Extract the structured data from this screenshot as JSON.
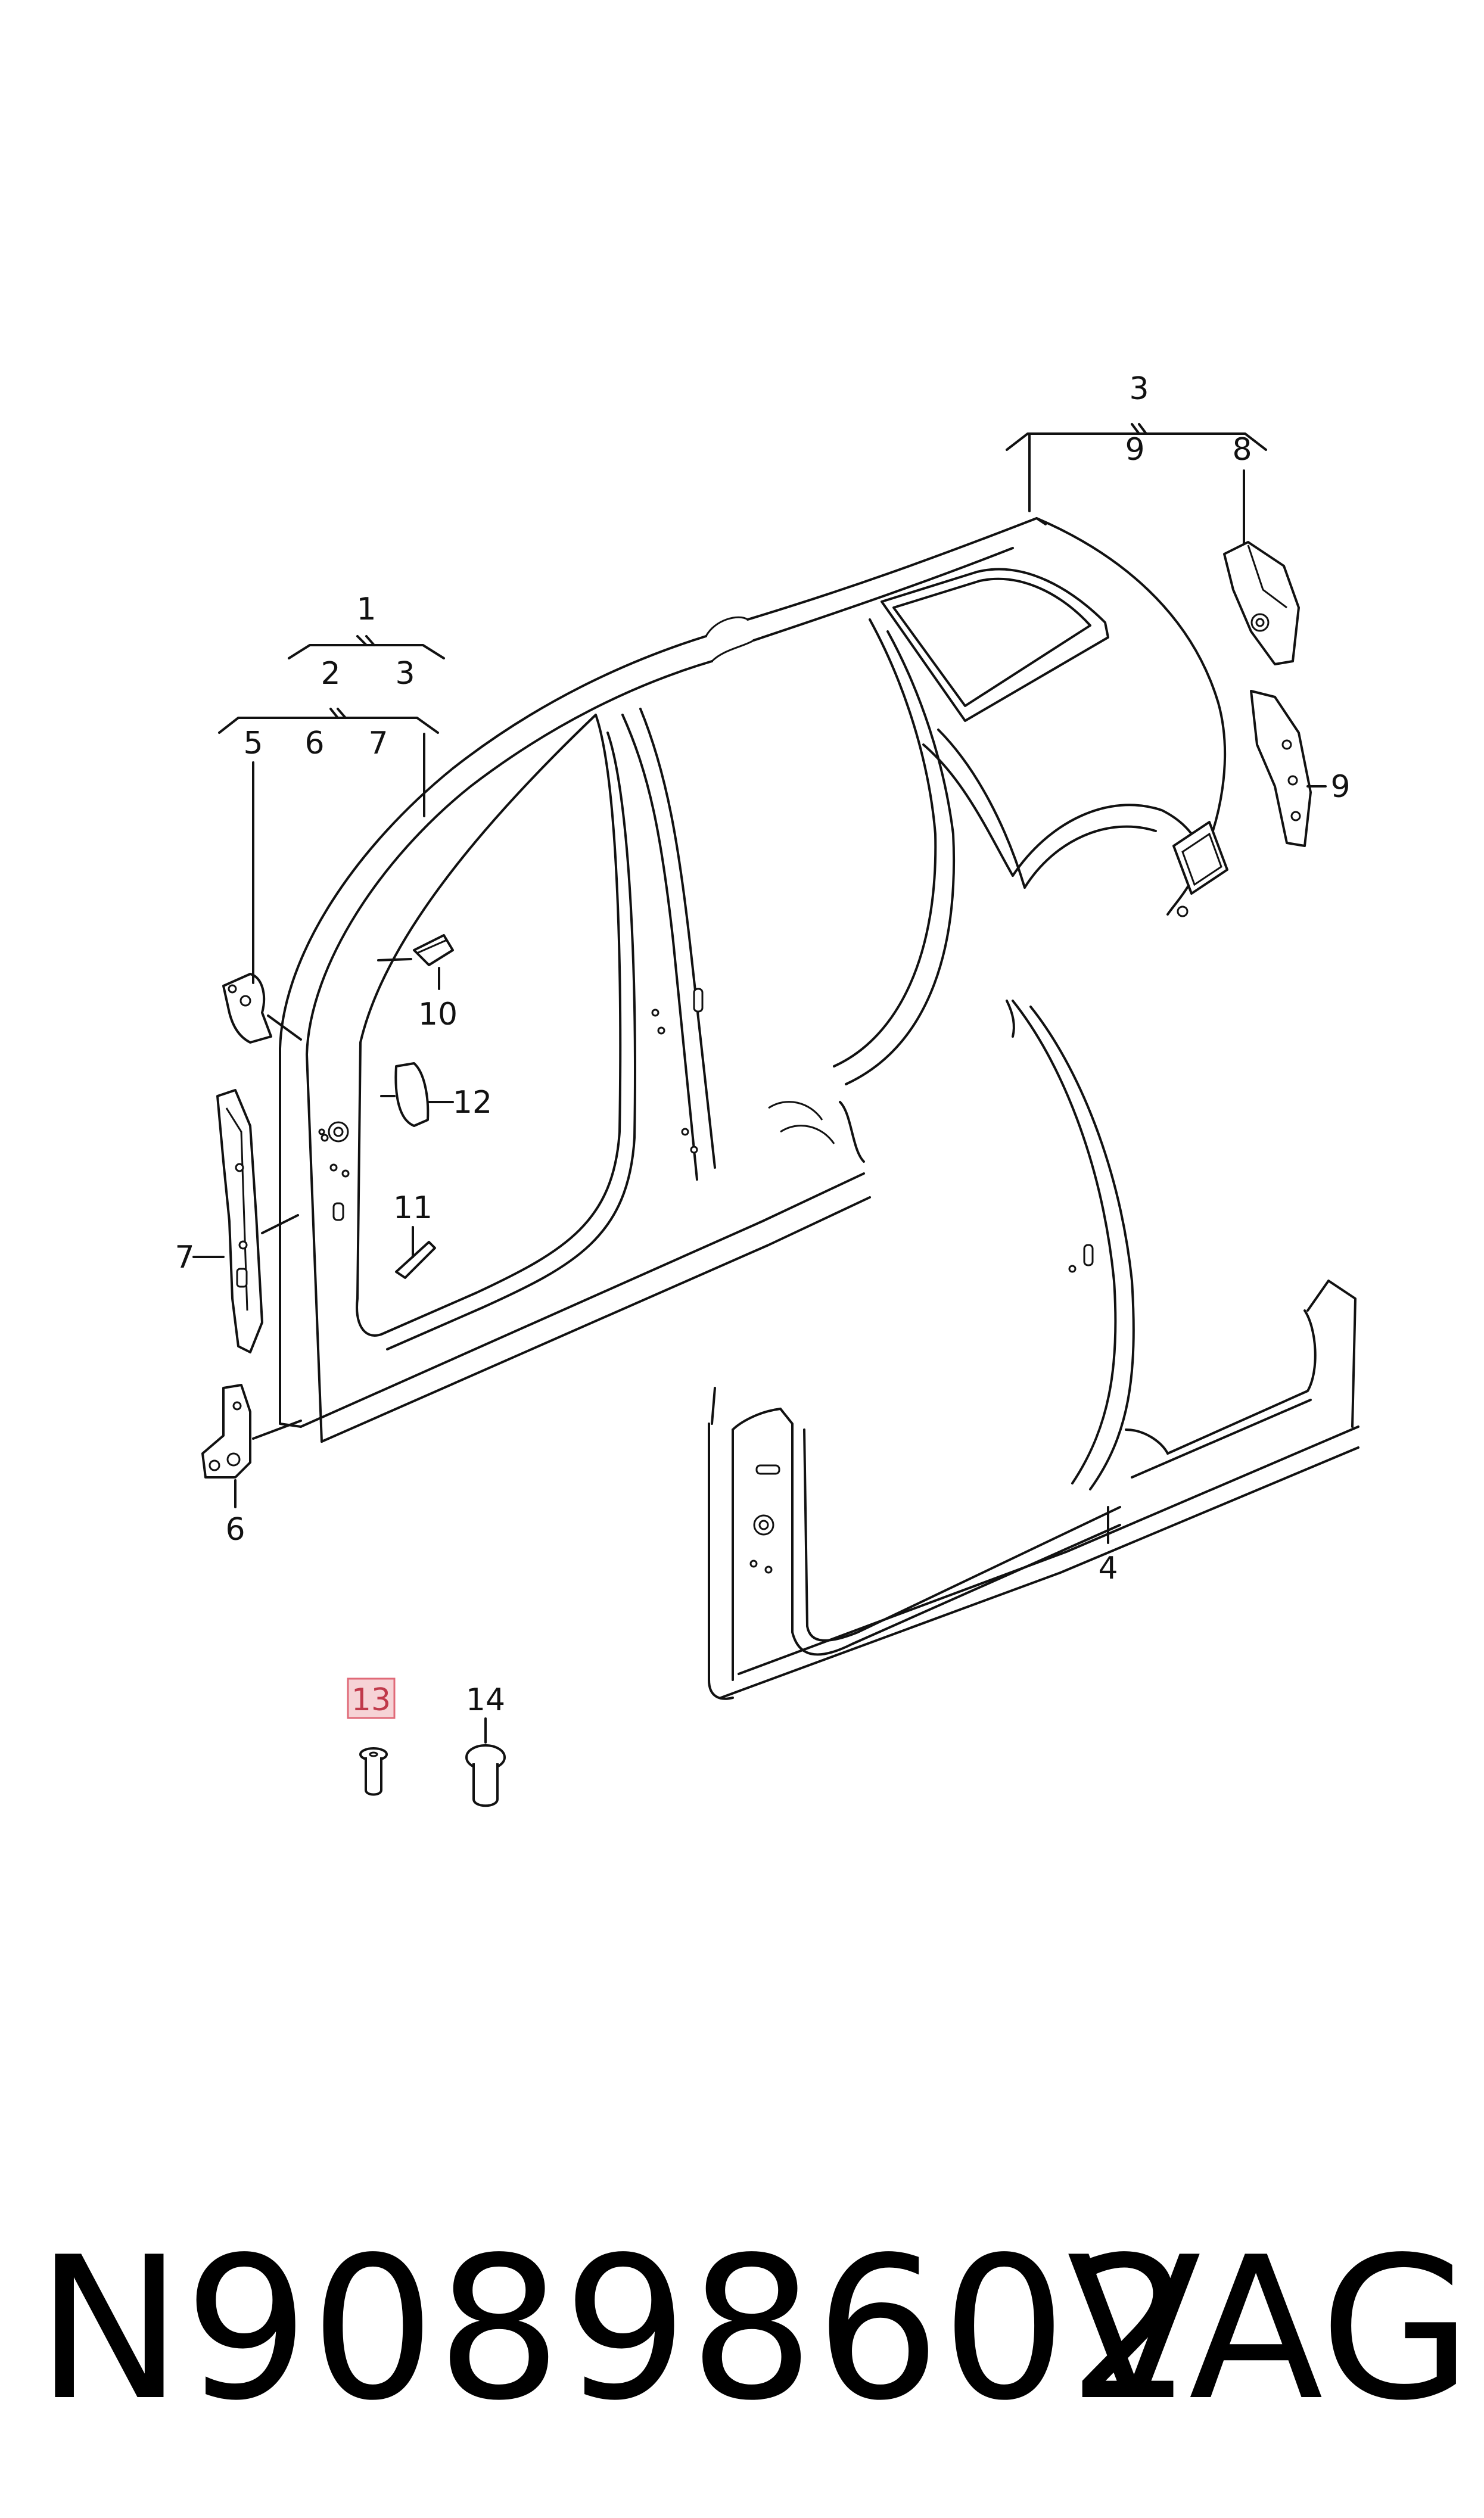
{
  "callouts": {
    "c1": "1",
    "c2a": "2",
    "c3a": "3",
    "c5": "5",
    "c6a": "6",
    "c7a": "7",
    "c3b": "3",
    "c9a": "9",
    "c8": "8",
    "c9b": "9",
    "c10": "10",
    "c12": "12",
    "c11": "11",
    "c7b": "7",
    "c6b": "6",
    "c4": "4",
    "c13": "13",
    "c14": "14"
  },
  "highlight": {
    "part": "13",
    "fill": "#f6d3d6",
    "stroke": "#e06a78",
    "text_color": "#c0394a"
  },
  "footer": {
    "part_number": "N90898602",
    "brand": "VAG"
  }
}
